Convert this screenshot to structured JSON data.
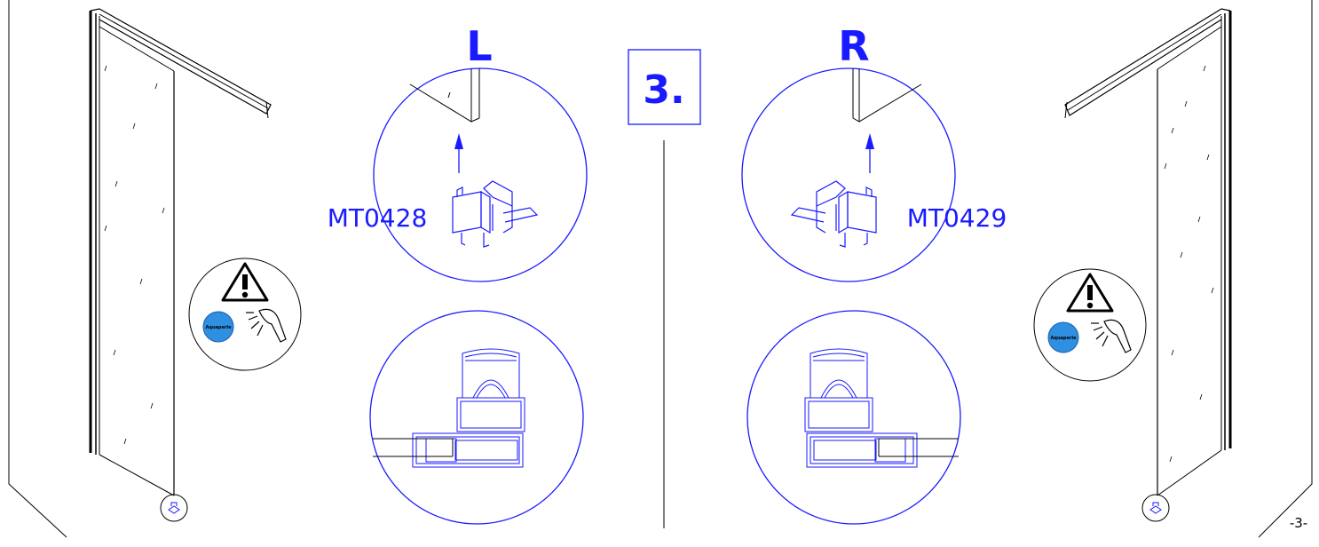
{
  "step": {
    "number": "3."
  },
  "left": {
    "side": "L",
    "part_code": "MT0428"
  },
  "right": {
    "side": "R",
    "part_code": "MT0429"
  },
  "warning": {
    "brand": "Aquaperle"
  },
  "page": {
    "number": "-3-"
  },
  "colors": {
    "blue": "#1a1aff",
    "line": "#000000",
    "brand_fill": "#2f8fe0"
  }
}
